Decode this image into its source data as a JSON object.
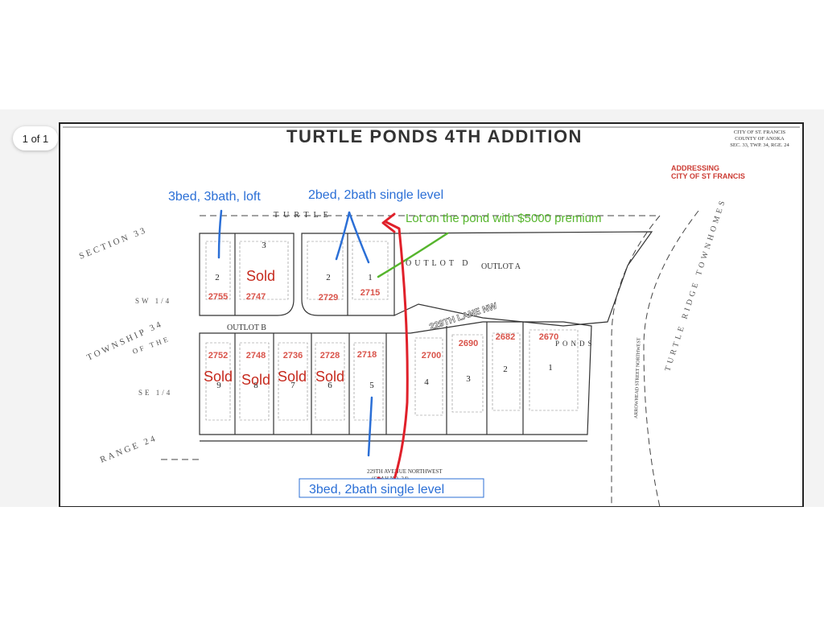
{
  "viewer": {
    "page_indicator": "1 of 1"
  },
  "plat": {
    "title": "TURTLE PONDS 4TH ADDITION",
    "jurisdiction": [
      "CITY OF ST. FRANCIS",
      "COUNTY OF ANOKA",
      "SEC. 33, TWP. 34, RGE. 24"
    ],
    "addressing": [
      "ADDRESSING",
      "CITY OF ST FRANCIS"
    ],
    "margin_labels": [
      "SECTION 33",
      "SW 1/4",
      "TOWNSHIP 34",
      "OF THE",
      "SE 1/4",
      "RANGE 24"
    ],
    "neighbor": "TURTLE RIDGE TOWNHOMES",
    "street_top": "TURTLE",
    "street_right": "ARROWHEAD STREET NORTHWEST",
    "street_bottom": [
      "229TH AVENUE NORTHWEST",
      "(CSAH NO. 24)"
    ],
    "lane_label": "229TH LANE NW",
    "ponds_label": "PONDS",
    "outlots": [
      "OUTLOT A",
      "OUTLOT B",
      "OUTLOT D"
    ],
    "top_lots": [
      {
        "lot": "2",
        "address": "2755"
      },
      {
        "lot": "3",
        "address": "2747"
      },
      {
        "lot": "2",
        "address": "2729"
      },
      {
        "lot": "1",
        "address": "2715"
      }
    ],
    "bottom_lots": [
      {
        "lot": "9",
        "address": "2752"
      },
      {
        "lot": "8",
        "address": "2748"
      },
      {
        "lot": "7",
        "address": "2736"
      },
      {
        "lot": "6",
        "address": "2728"
      },
      {
        "lot": "5",
        "address": "2718"
      },
      {
        "lot": "4",
        "address": "2700"
      },
      {
        "lot": "3",
        "address": "2690"
      },
      {
        "lot": "2",
        "address": "2682"
      },
      {
        "lot": "1",
        "address": "2670"
      }
    ],
    "sold_label": "Sold"
  },
  "annotations": {
    "top_left": "3bed, 3bath, loft",
    "top_mid": "2bed, 2bath single level",
    "pond": "Lot on the pond with $5000 premium",
    "bottom": "3bed, 2bath single level"
  },
  "colors": {
    "annotation_blue": "#2b6fd6",
    "address_red": "#d9534a",
    "sold_red": "#c62a1e",
    "arrow_red": "#e0202a",
    "pond_green": "#56b52d",
    "addressing_red": "#cc3b33"
  }
}
